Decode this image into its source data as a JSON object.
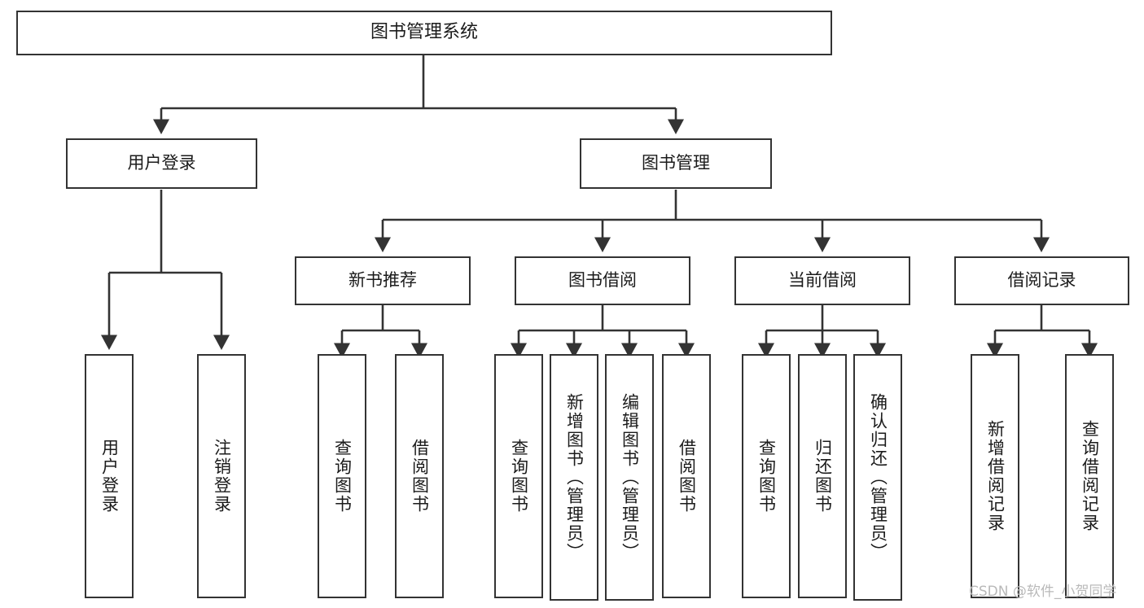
{
  "diagram": {
    "type": "tree-hierarchy-chart",
    "title": "图书管理系统",
    "background_color": "#ffffff",
    "line_color": "#333333",
    "text_color": "#1b1b1b",
    "levels": 4
  },
  "nodes": {
    "root": {
      "label": "图书管理系统"
    },
    "level2": [
      {
        "label": "用户登录"
      },
      {
        "label": "图书管理"
      }
    ],
    "level3": [
      {
        "label": "新书推荐"
      },
      {
        "label": "图书借阅"
      },
      {
        "label": "当前借阅"
      },
      {
        "label": "借阅记录"
      }
    ],
    "leaves_user_login": [
      {
        "label": "用户登录"
      },
      {
        "label": "注销登录"
      }
    ],
    "leaves_new_book": [
      {
        "label": "查询图书"
      },
      {
        "label": "借阅图书"
      }
    ],
    "leaves_borrow": [
      {
        "label": "查询图书"
      },
      {
        "label": "新增图书（管理员）"
      },
      {
        "label": "编辑图书（管理员）"
      },
      {
        "label": "借阅图书"
      }
    ],
    "leaves_current": [
      {
        "label": "查询图书"
      },
      {
        "label": "归还图书"
      },
      {
        "label": "确认归还（管理员）"
      }
    ],
    "leaves_records": [
      {
        "label": "新增借阅记录"
      },
      {
        "label": "查询借阅记录"
      }
    ]
  },
  "watermark": {
    "text": "CSDN @软件_小贺同学",
    "color": "#b9b9b9"
  }
}
